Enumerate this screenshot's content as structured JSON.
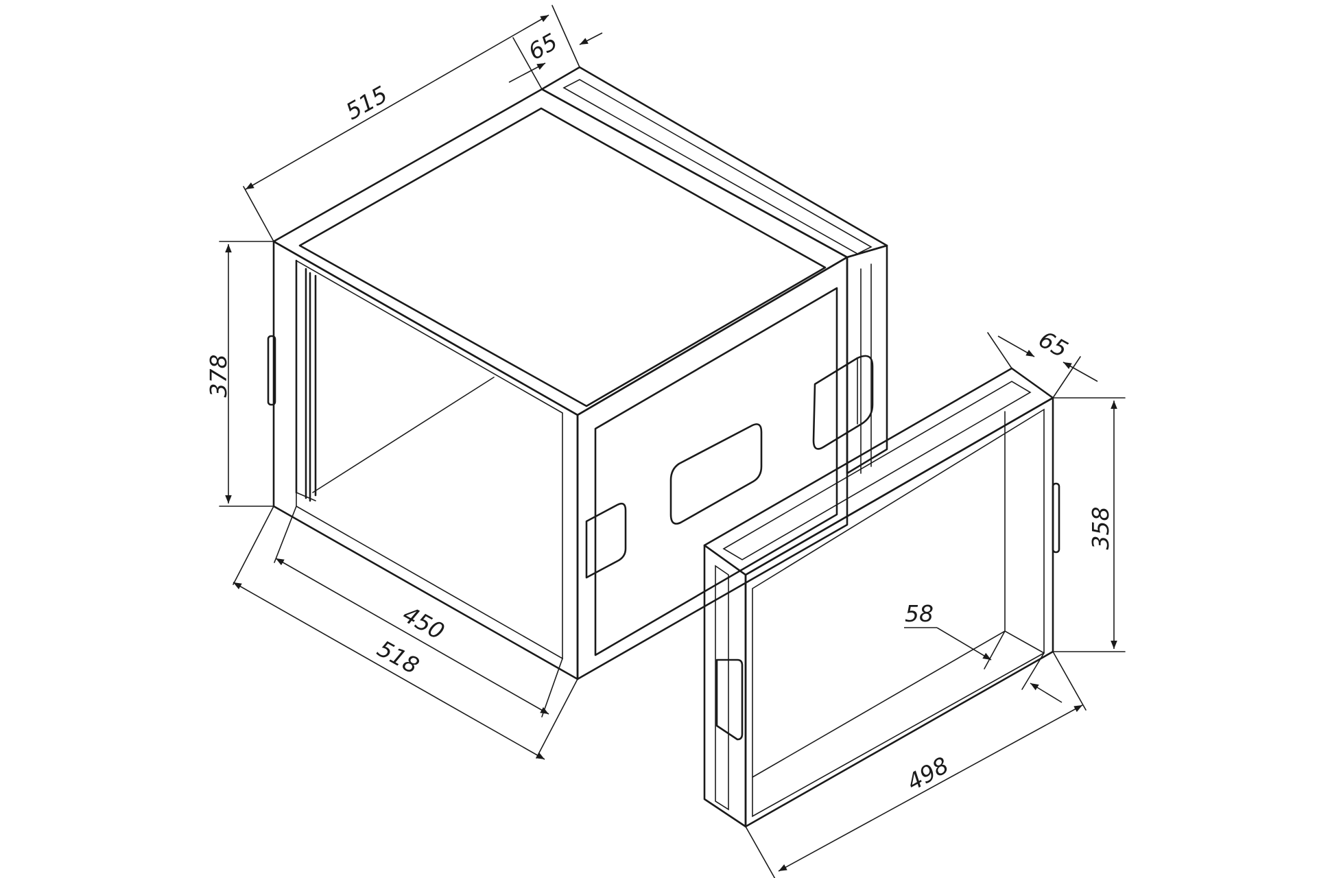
{
  "diagram": {
    "dimensions": {
      "case_width": "515",
      "case_side_depth": "65",
      "case_height": "378",
      "inner_width": "450",
      "case_depth": "518",
      "lid_depth": "65",
      "lid_height": "358",
      "lid_inset": "58",
      "lid_width": "498"
    },
    "line_color": "#1a1a1a",
    "background": "#ffffff"
  }
}
